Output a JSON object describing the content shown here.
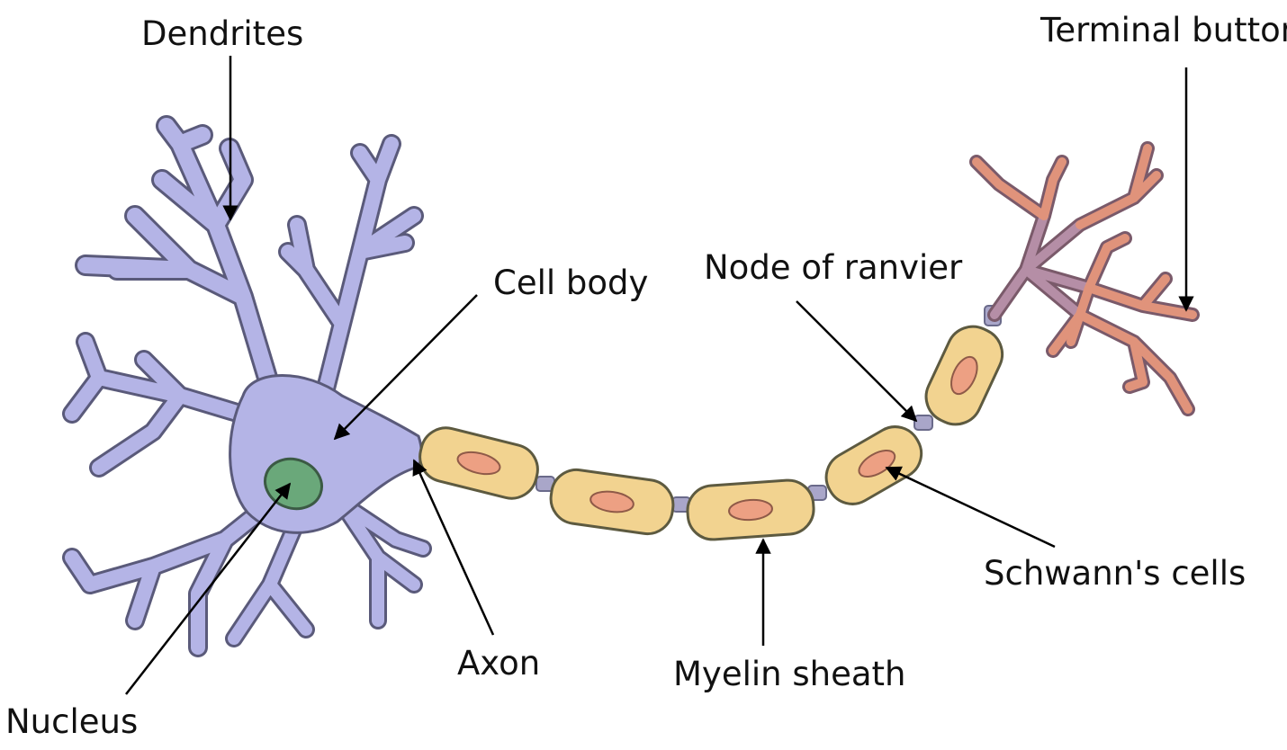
{
  "labels": {
    "dendrites": "Dendrites",
    "terminal_button": "Terminal button",
    "cell_body": "Cell body",
    "node_of_ranvier": "Node of ranvier",
    "schwanns_cells": "Schwann's cells",
    "axon": "Axon",
    "myelin_sheath": "Myelin sheath",
    "nucleus": "Nucleus"
  },
  "colors": {
    "cell_body_fill": "#b4b4e6",
    "cell_body_outline": "#5a5a7a",
    "nucleus_fill": "#6aa87a",
    "myelin_fill": "#f2d390",
    "myelin_nucleus_fill": "#eda083",
    "node_fill": "#a9a6c9",
    "terminal_stem": "#b58ea6",
    "terminal_branch": "#e0937b",
    "arrow": "#000000"
  }
}
